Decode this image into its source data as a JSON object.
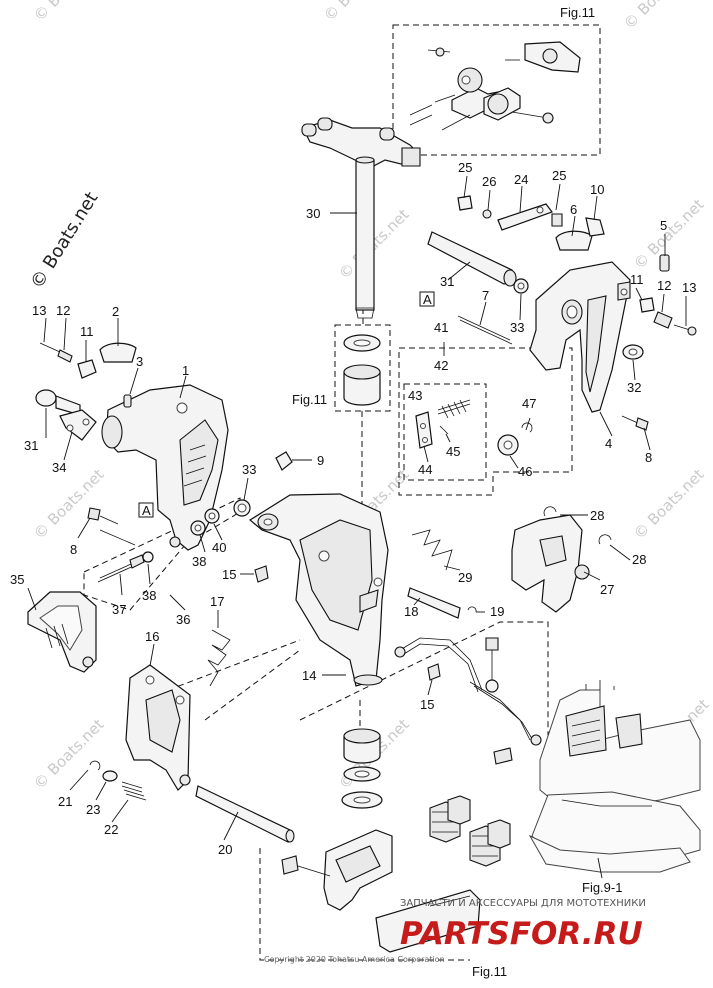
{
  "figure_refs": {
    "top": "Fig.11",
    "left": "Fig.11",
    "bottom": "Fig.11",
    "lower_right": "Fig.9-1"
  },
  "callouts": [
    "1",
    "2",
    "3",
    "4",
    "5",
    "6",
    "7",
    "8",
    "8",
    "9",
    "10",
    "11",
    "11",
    "12",
    "12",
    "13",
    "13",
    "14",
    "15",
    "15",
    "16",
    "17",
    "18",
    "19",
    "20",
    "21",
    "22",
    "23",
    "24",
    "25",
    "25",
    "26",
    "27",
    "28",
    "28",
    "29",
    "30",
    "31",
    "31",
    "32",
    "33",
    "33",
    "34",
    "35",
    "36",
    "37",
    "38",
    "38",
    "40",
    "41",
    "42",
    "43",
    "44",
    "45",
    "46",
    "47"
  ],
  "ref_marks": [
    "A",
    "A"
  ],
  "watermarks": {
    "main": "© Boats.net",
    "repeat": "© Boats.net"
  },
  "copyright": "Copyright 2020 Tohatsu America Corporation",
  "brand": {
    "subtitle": "ЗАПЧАСТИ И АКСЕССУАРЫ ДЛЯ МОТОТЕХНИКИ",
    "logo_text": "PARTSFOR.RU",
    "color": "#c61b1b"
  }
}
